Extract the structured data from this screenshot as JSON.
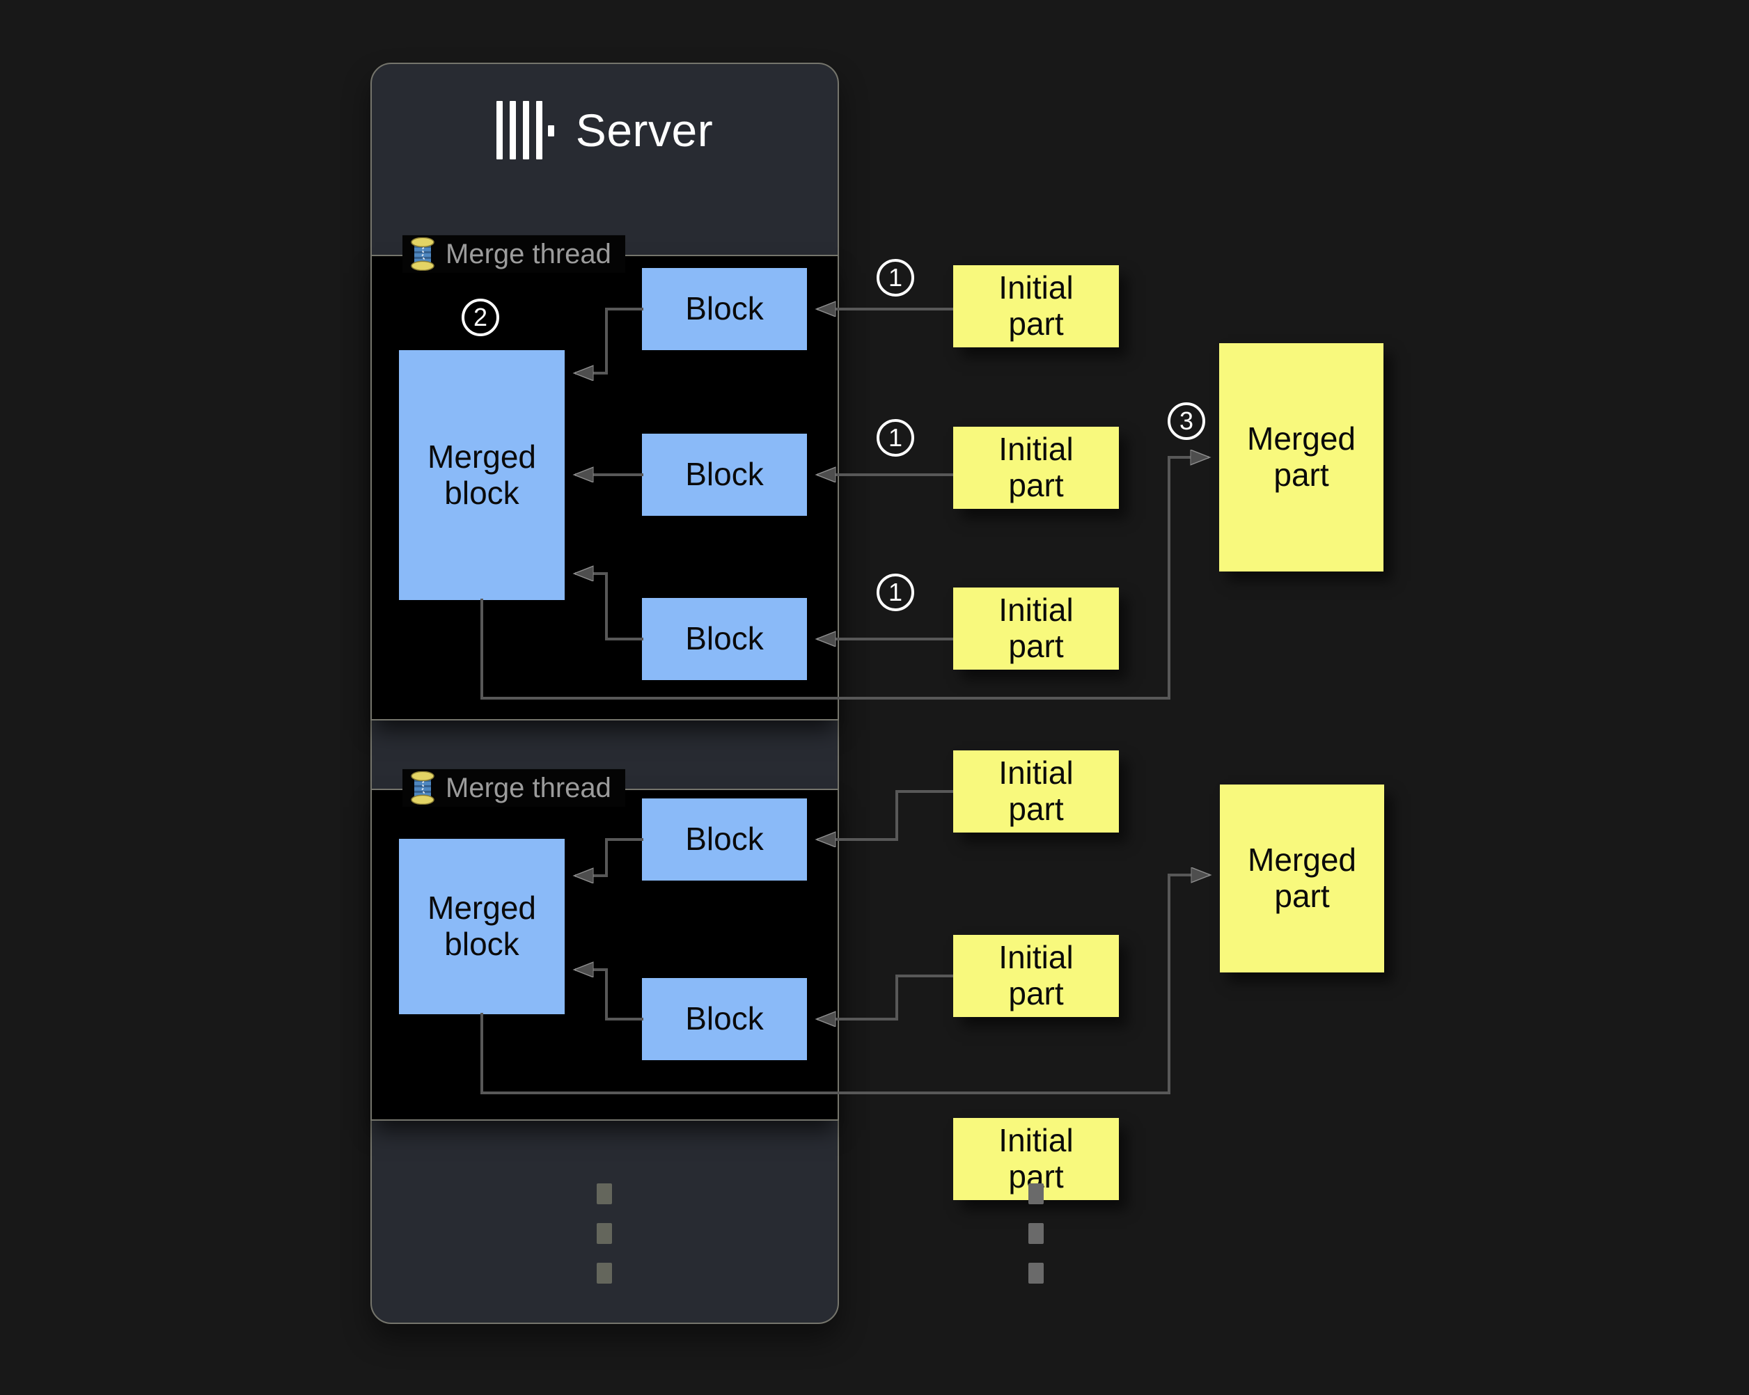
{
  "colors": {
    "background": "#181818",
    "server_panel": "#282b32",
    "panel_border": "#75756c",
    "thread_box_bg": "#000000",
    "block_blue": "#8abaf8",
    "part_yellow": "#f8f97d",
    "connector_gray": "#585858",
    "legend_text_gray": "#9c9c9c",
    "title_white": "#ffffff"
  },
  "server": {
    "title": "Server",
    "logo_icon": "clickhouse-logo"
  },
  "labels": {
    "merge_thread": "Merge thread",
    "block": "Block",
    "merged_block": "Merged block",
    "initial_part": "Initial part",
    "merged_part": "Merged part"
  },
  "steps": {
    "one": "1",
    "two": "2",
    "three": "3"
  },
  "structure": {
    "threads": [
      {
        "label": "Merge thread",
        "blocks": 3,
        "merged_block": "Merged block",
        "inputs": 3,
        "output": "Merged part"
      },
      {
        "label": "Merge thread",
        "blocks": 2,
        "merged_block": "Merged block",
        "inputs": 3,
        "output": "Merged part"
      }
    ],
    "ellipsis_dots_server": 3,
    "ellipsis_dots_parts": 3
  }
}
